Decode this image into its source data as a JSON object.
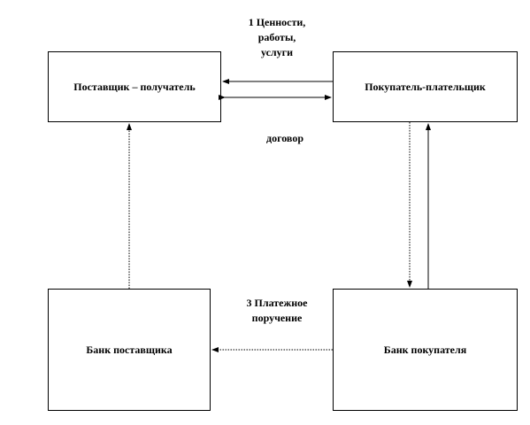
{
  "boxes": {
    "supplier": "Поставщик – получатель",
    "buyer": "Покупатель-плательщик",
    "bank_supplier": "Банк поставщика",
    "bank_buyer": "Банк покупателя"
  },
  "labels": {
    "values": "1 Ценности,\nработы,\nуслуги",
    "contract": "договор",
    "payment_order": "3 Платежное\nпоручение"
  },
  "colors": {
    "line": "#000000",
    "background": "#ffffff"
  }
}
